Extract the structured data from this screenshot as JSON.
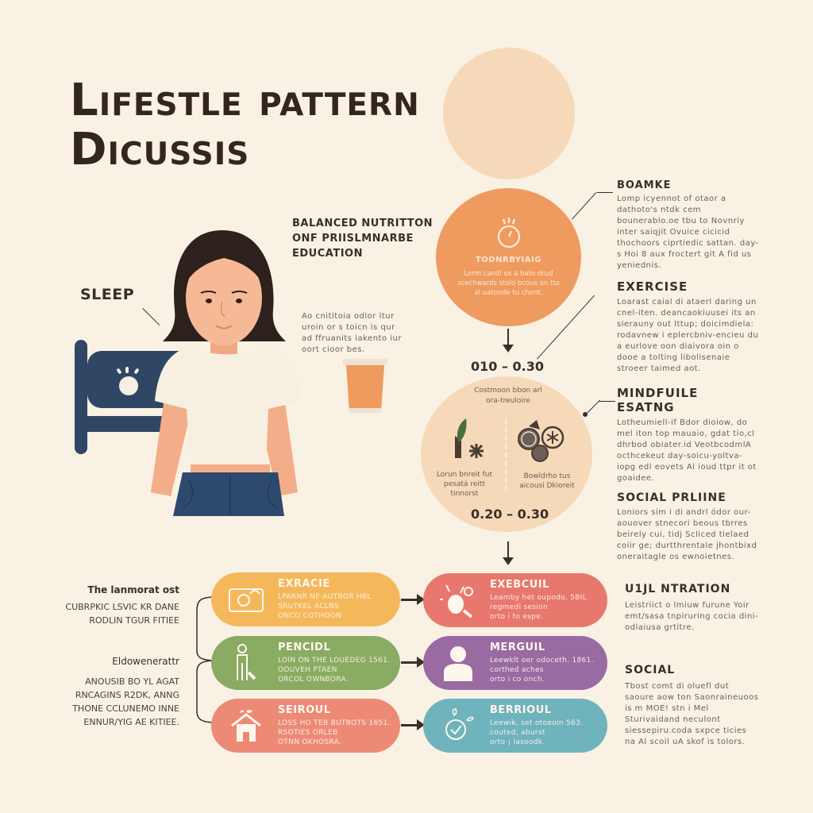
{
  "title": {
    "line1": "Lifestle Pattern",
    "line2": "Dicussis"
  },
  "colors": {
    "background": "#f9f1e4",
    "peach_light": "#f6d9b8",
    "orange": "#ef9a5e",
    "navy": "#2f4664",
    "yellow": "#f4b85a",
    "green": "#8aab62",
    "salmon": "#ec8a76",
    "coral": "#e8776e",
    "purple": "#9a6aa2",
    "teal": "#6fb3bd"
  },
  "figure": {
    "sleep_label": "SLEEP",
    "nutrition_heading": [
      "BALANCED NUTRITTON",
      "ONF PRIISLMNARBE",
      "EDUCATION"
    ],
    "nutrition_text": "Ao cnititoia odlor ltur uroin or s toicn is qur ad ffruanits iakento iur oort cioor bes."
  },
  "flow": {
    "circle_top": {
      "title": "TODNRBYIAIG",
      "text": "Lerm candl ox a bato drud scechwards stolo bcous on tto al uatoode tu chont."
    },
    "range_1": "010 – 0.30",
    "circle_bottom": {
      "heading": "Costmoon bbon arl ora-treuloire",
      "left_text": "Lorun bnreit fut pesatá reitt tinnorst",
      "right_text": "Bowldrho tus aicousi Dkioreit",
      "range": "0.20 – 0.30"
    }
  },
  "right_sections": [
    {
      "heading": "BOAMKE",
      "text": "Lomp icyennot of otaor a dathoto's ntdk cem bounerablo.oe tbu to Novnriy inter saiqjit Ovuice cicicid thochoors ciprtiedic sattan. day-s Hoi 8 aux froctert git A fid us yeniednis."
    },
    {
      "heading": "EXERCISE",
      "text": "Loarast caial di ataerl daring un cnel-iten. deancaokiuusei its an sierauny out lttup; doicimdiela: rodavnew i eplercbniv-encieu du a eurlove oon diaivora oin o dooe a tolting libolisenaie stroeer taimed aot."
    },
    {
      "heading": "MINDFUILE ESATNG",
      "text": "Lotheumiell-if Bdor dioiow, do mel iton top mauaio, gdat tio,cl dhrbod obiater.id VeotbcodmlA octhcekeut day-soicu-yoltva-iopg edl eovets Al ioud ttpr it ot goaidee."
    },
    {
      "heading": "SOCIAL PRLIINE",
      "text": "Loniors sim i di andrl ódor our-aouover stnecori beous tbrres beirely cui, tidj Scliced tielaed coiir ge; durtthrentale jhontbixd oneraitagle os ewnoietnes."
    },
    {
      "heading": "U1JL NTRATION",
      "text": "Leistriict o lmiuw furune Yoir emt/sasa tnpiruring cocia dini-odlaiusa grtitre."
    },
    {
      "heading": "SOCIAL",
      "text": "Tbost comt di oluefl dut saoure aow ton Saonraineuoos is m MOE! stn i Mel Sturivaidand neculont siessepiru.coda sxpce ticies na Al scoil uA skof is tolors."
    }
  ],
  "left_blocks": [
    {
      "heading": "The lanmorat ost",
      "lines": [
        "CUBRPKIC LSVIC KR DANE",
        "RODLIN TGUR FITIEE"
      ]
    },
    {
      "heading": "Eldowenerattr",
      "lines": [
        "ANOUSIB BO YL AGAT",
        "RNCAGINS R2DK, ANNG",
        "THONE CCLUNEMO INNE",
        "ENNUR/YIG AE KITIEE."
      ]
    }
  ],
  "pills_left": [
    {
      "title": "EXRACIE",
      "icon": "camera-icon",
      "lines": [
        "LPARNR NE AUTBOR HBL",
        "SRUTKEL ACLNS",
        "ONCO COTHOON"
      ]
    },
    {
      "title": "PENCIDL",
      "icon": "person-walking-icon",
      "lines": [
        "LOIN ON THE LOUEDEG 1561.",
        "OOUVEH PTAEN",
        "ORCOL OWNBORA."
      ]
    },
    {
      "title": "SEIROUL",
      "icon": "house-leaves-icon",
      "lines": [
        "LOSS HO TEB BUTBOTS 1651.",
        "RSOTIES ORLEB",
        "OTNN OKHOSRA."
      ]
    }
  ],
  "pills_right": [
    {
      "title": "EXEBCUIL",
      "icon": "fruit-icon",
      "lines": [
        "Leamby het oupodo. 5BIL",
        "regmedi sesion",
        "orto i to espe."
      ]
    },
    {
      "title": "MERGUIL",
      "icon": "person-icon",
      "lines": [
        "Leewklt oer odoceth. 1861.",
        "corthed aches",
        "orto i co onch."
      ]
    },
    {
      "title": "BERRIOUL",
      "icon": "clock-leaves-icon",
      "lines": [
        "Leewik, set otoeoln 563.",
        "couted, aburst",
        "orto ¡ lasoodk."
      ]
    }
  ]
}
